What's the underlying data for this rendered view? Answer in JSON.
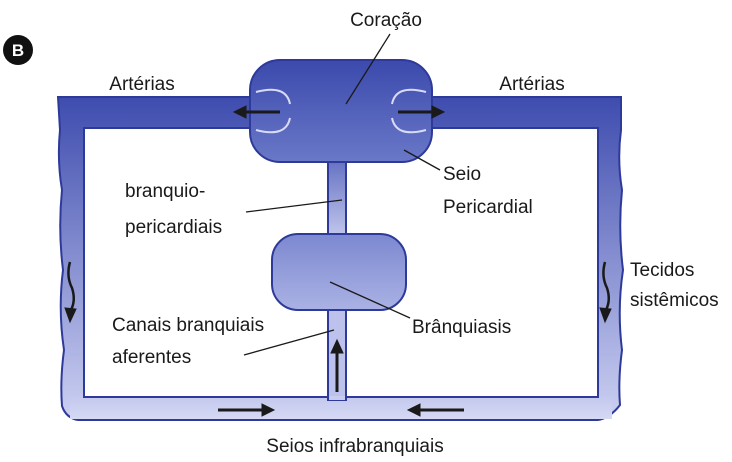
{
  "diagram": {
    "panel_letter": "B",
    "labels": {
      "heart": "Coração",
      "arteries_left": "Artérias",
      "arteries_right": "Artérias",
      "pericardial_sinus_line1": "Seio",
      "pericardial_sinus_line2": "Pericardial",
      "branchio_line1": "branquio-",
      "branchio_line2": "pericardiais",
      "tissues_line1": "Tecidos",
      "tissues_line2": "sistêmicos",
      "gills": "Brânquiasis",
      "afferent_line1": "Canais branquiais",
      "afferent_line2": "aferentes",
      "infrabranchial": "Seios infrabranquiais"
    },
    "colors": {
      "vessel_dark": "#3a4aa8",
      "vessel_light": "#c9cdf0",
      "outline": "#2e3a9a",
      "arrow": "#1a1a1a",
      "badge": "#111111"
    }
  }
}
